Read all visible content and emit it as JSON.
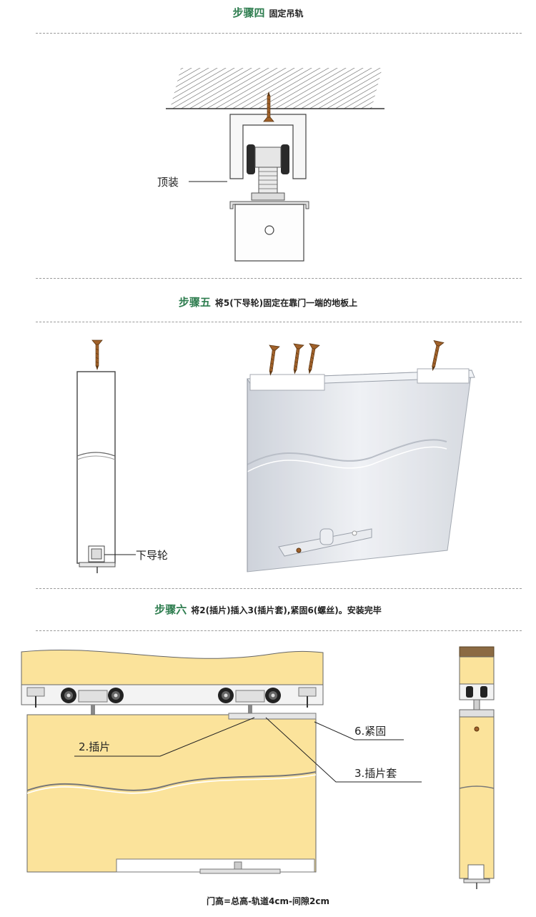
{
  "step4": {
    "num": "步骤四",
    "desc": "固定吊轨",
    "label_top_mount": "顶装"
  },
  "step5": {
    "num": "步骤五",
    "desc": "将5(下导轮)固定在靠门一端的地板上",
    "label_lower_wheel": "下导轮"
  },
  "step6": {
    "num": "步骤六",
    "desc": "将2(插片)插入3(插片套),紧固6(螺丝)。安装完毕",
    "label_insert": "2.插片",
    "label_fasten": "6.紧固",
    "label_sleeve": "3.插片套",
    "formula": "门高=总高-轨道4cm-间隙2cm"
  },
  "colors": {
    "heading_green": "#2e7d4f",
    "door_fill": "#fbe39b",
    "screw": "#a0612a",
    "glass": "#dfe3ea"
  }
}
